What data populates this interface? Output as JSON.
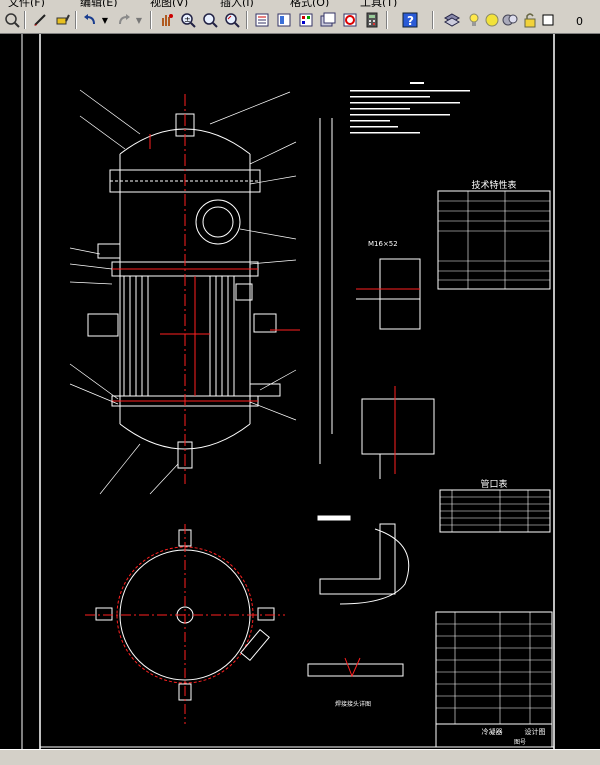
{
  "toolbar": {
    "layer_value": "0",
    "icons": [
      "print-preview",
      "pen",
      "paintbrush",
      "undo",
      "redo",
      "pan",
      "zoom-realtime",
      "zoom-window",
      "zoom-previous",
      "properties",
      "design-center",
      "tool-palette",
      "sheet-set",
      "markup",
      "calculator",
      "help",
      "layers",
      "lightbulb",
      "sun",
      "color",
      "lock",
      "square"
    ]
  },
  "drawing": {
    "colors": {
      "background": "#000000",
      "line": "#ffffff",
      "accent": "#ff2020",
      "center": "#ff3030"
    },
    "tables": {
      "tech_props_title": "技术特性表",
      "nozzle_table_title": "管口表"
    },
    "title_block": {
      "project": "冷凝器",
      "name": "设计图",
      "sub": "图号"
    },
    "detail_labels": {
      "flange": "M16×52",
      "weld_note": "焊接接头详图"
    }
  }
}
